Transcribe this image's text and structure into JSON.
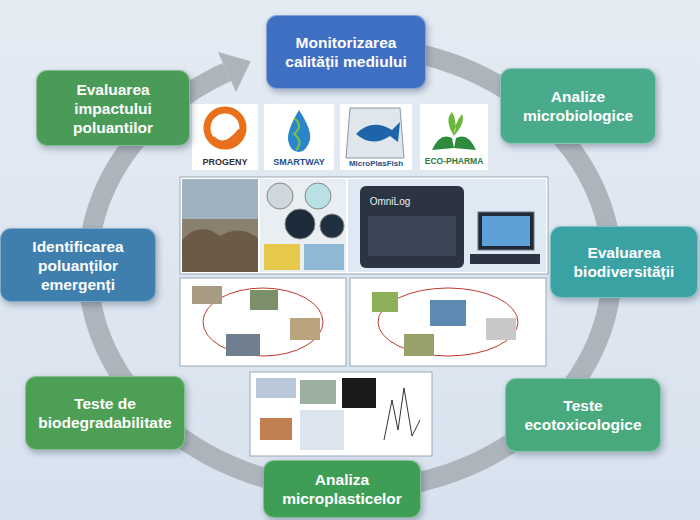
{
  "diagram": {
    "nodes": [
      {
        "text": [
          "Monitorizarea calității mediului"
        ]
      },
      {
        "text": [
          "Analize microbiologice"
        ]
      },
      {
        "text": [
          "Evaluarea biodiversității"
        ]
      },
      {
        "text": [
          "Teste ecotoxicologice"
        ]
      },
      {
        "text": [
          "Analiza microplasticelor"
        ]
      },
      {
        "text": [
          "Teste de biodegradabilitate"
        ]
      },
      {
        "text": [
          "Identificarea poluanților emergenți"
        ]
      },
      {
        "text": [
          "Evaluarea impactului poluantilor"
        ]
      }
    ],
    "labels": [
      "PROGENY",
      "SMARTWAY",
      "MicroPlasFish",
      "ECO-PHARMA",
      "OmniLog"
    ]
  }
}
